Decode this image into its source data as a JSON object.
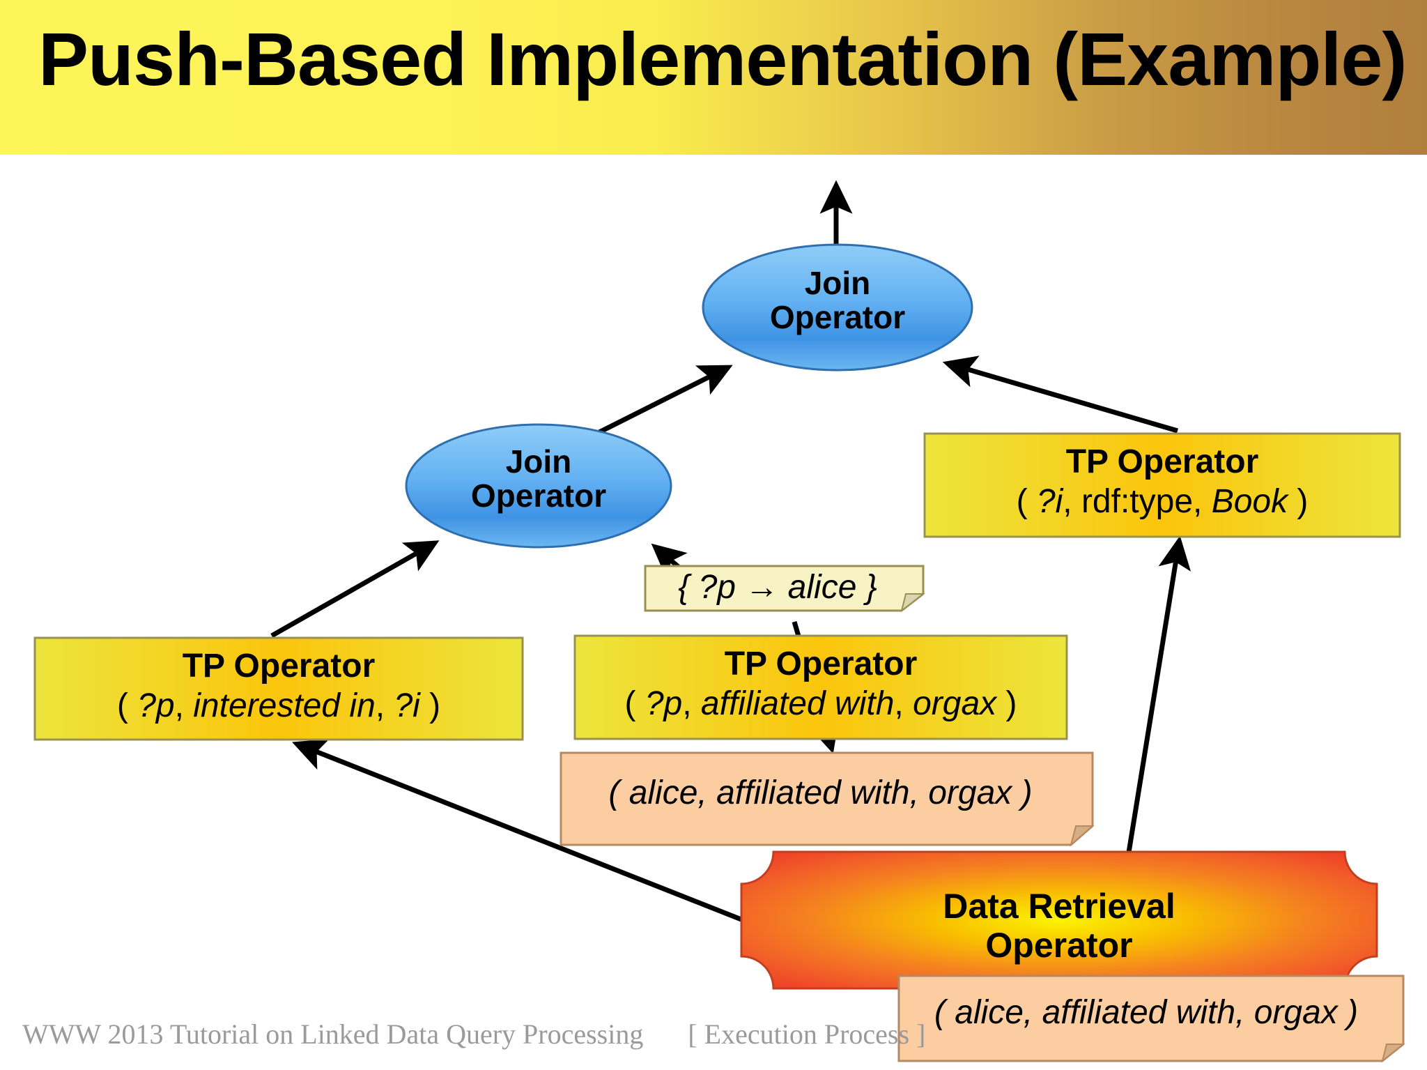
{
  "slide": {
    "title": "Push-Based Implementation (Example)",
    "title_bar_gradient_from": "#fdf55a",
    "title_bar_gradient_to": "#b07f3c"
  },
  "footer": {
    "left": "WWW 2013 Tutorial on Linked Data Query Processing",
    "right": "[ Execution Process ]",
    "color": "#9a9a9a"
  },
  "nodes": {
    "join_top": {
      "line1": "Join",
      "line2": "Operator",
      "fill_light": "#8ecbf5",
      "fill_dark": "#3d8fdd",
      "shape": "ellipse"
    },
    "join_mid": {
      "line1": "Join",
      "line2": "Operator",
      "fill_light": "#8ecbf5",
      "fill_dark": "#3d8fdd",
      "shape": "ellipse"
    },
    "tp_book": {
      "title": "TP Operator",
      "open": "( ",
      "subject": "?i",
      "sep1": ", ",
      "predicate": "rdf:type",
      "sep2": ", ",
      "object": "Book",
      "close": " )",
      "fill": "#f0e13a",
      "fill_mid": "#f5c517",
      "shape": "rect"
    },
    "tp_interested": {
      "title": "TP Operator",
      "open": "( ",
      "subject": "?p",
      "sep1": ", ",
      "predicate": "interested in",
      "sep2": ", ",
      "object": "?i",
      "close": " )",
      "fill": "#f0e13a",
      "fill_mid": "#f5c517",
      "shape": "rect"
    },
    "tp_affiliated": {
      "title": "TP Operator",
      "open": "( ",
      "subject": "?p",
      "sep1": ", ",
      "predicate": "affiliated with",
      "sep2": ", ",
      "object": "orgax",
      "close": " )",
      "fill": "#f0e13a",
      "fill_mid": "#f5c517",
      "shape": "rect"
    },
    "data_retrieval": {
      "line1": "Data Retrieval",
      "line2": "Operator",
      "fill_center": "#f5f000",
      "fill_edge": "#ef3a2a",
      "shape": "plaque"
    }
  },
  "callouts": {
    "mapping": {
      "text": "{ ?p → alice }",
      "fill": "#f7f3c4",
      "shape": "folded-corner-note"
    },
    "triple_mid": {
      "open": "( ",
      "subject": "alice",
      "sep1": ", ",
      "predicate": "affiliated with",
      "sep2": ", ",
      "object": "orgax",
      "close": " )",
      "fill": "#fbcda0",
      "shape": "folded-corner-note"
    },
    "triple_bottom": {
      "open": "( ",
      "subject": "alice",
      "sep1": ", ",
      "predicate": "affiliated with",
      "sep2": ", ",
      "object": "orgax",
      "close": " )",
      "fill": "#fbcda0",
      "shape": "folded-corner-note"
    }
  },
  "arrows": [
    {
      "name": "join-top-to-output",
      "from": "join_top",
      "to": "output"
    },
    {
      "name": "join-mid-to-join-top",
      "from": "join_mid",
      "to": "join_top"
    },
    {
      "name": "tp-book-to-join-top",
      "from": "tp_book",
      "to": "join_top"
    },
    {
      "name": "tp-interested-to-join-mid",
      "from": "tp_interested",
      "to": "join_mid"
    },
    {
      "name": "tp-affiliated-to-join-mid",
      "from": "tp_affiliated",
      "to": "join_mid"
    },
    {
      "name": "triple-to-tp-affiliated",
      "from": "triple_mid",
      "to": "tp_affiliated"
    },
    {
      "name": "dro-to-tp-interested",
      "from": "data_retrieval",
      "to": "tp_interested"
    },
    {
      "name": "dro-to-tp-book",
      "from": "data_retrieval",
      "to": "tp_book"
    }
  ]
}
